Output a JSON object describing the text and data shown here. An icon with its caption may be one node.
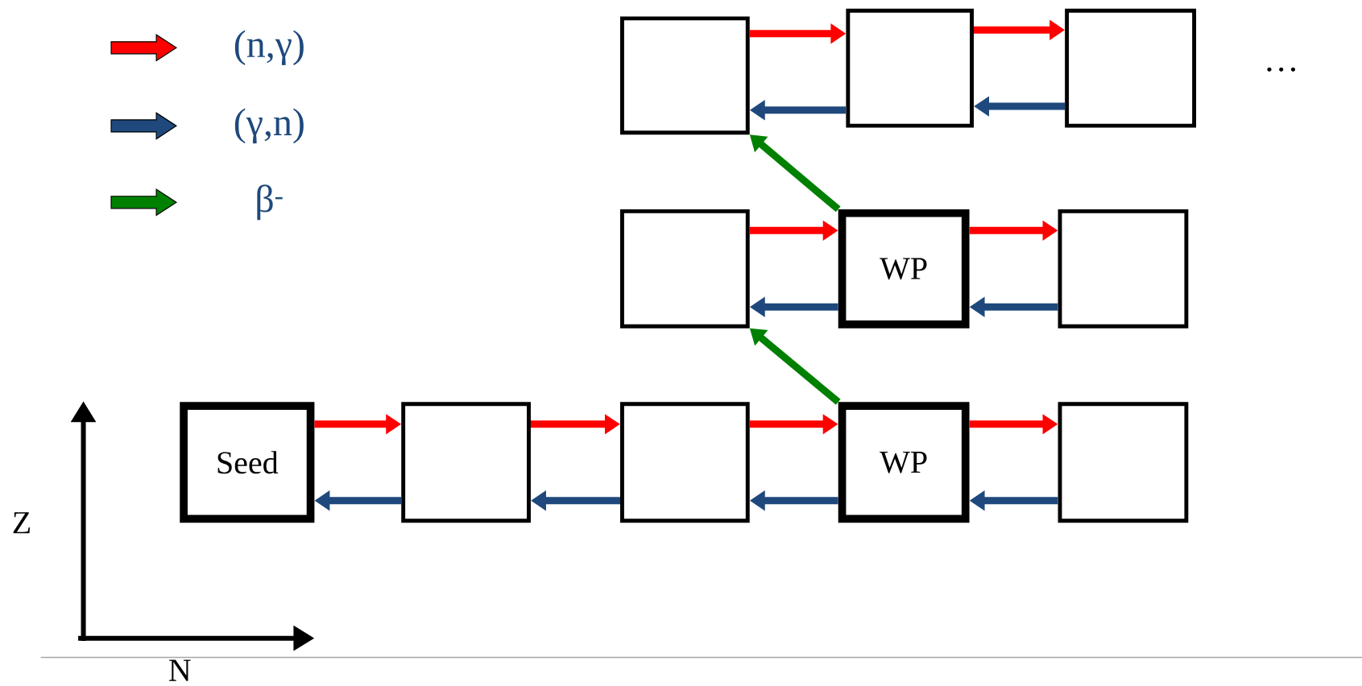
{
  "diagram": {
    "nodes": [
      {
        "text": [],
        "shape": "box"
      },
      {
        "text": [],
        "shape": "box"
      },
      {
        "text": [],
        "shape": "box"
      },
      {
        "text": [],
        "shape": "box"
      },
      {
        "text": [
          "WP"
        ]
      },
      {
        "text": [],
        "shape": "box"
      },
      {
        "text": [
          "Seed"
        ]
      },
      {
        "text": [],
        "shape": "box"
      },
      {
        "text": [],
        "shape": "box"
      },
      {
        "text": [
          "WP"
        ]
      },
      {
        "text": [],
        "shape": "box"
      }
    ],
    "edges": [
      {
        "from": 0,
        "to": 1,
        "arrow": "to",
        "color": "#ff0000"
      },
      {
        "from": 1,
        "to": 0,
        "arrow": "to",
        "color": "#1f497d"
      },
      {
        "from": 1,
        "to": 2,
        "arrow": "to",
        "color": "#ff0000"
      },
      {
        "from": 2,
        "to": 1,
        "arrow": "to",
        "color": "#1f497d"
      },
      {
        "from": 4,
        "to": 0,
        "arrow": "to",
        "color": "#008000"
      },
      {
        "from": 3,
        "to": 4,
        "arrow": "to",
        "color": "#ff0000"
      },
      {
        "from": 4,
        "to": 3,
        "arrow": "to",
        "color": "#1f497d"
      },
      {
        "from": 4,
        "to": 5,
        "arrow": "to",
        "color": "#ff0000"
      },
      {
        "from": 5,
        "to": 4,
        "arrow": "to",
        "color": "#1f497d"
      },
      {
        "from": 9,
        "to": 3,
        "arrow": "to",
        "color": "#008000"
      },
      {
        "from": 6,
        "to": 7,
        "arrow": "to",
        "color": "#ff0000"
      },
      {
        "from": 7,
        "to": 6,
        "arrow": "to",
        "color": "#1f497d"
      },
      {
        "from": 7,
        "to": 8,
        "arrow": "to",
        "color": "#ff0000"
      },
      {
        "from": 8,
        "to": 7,
        "arrow": "to",
        "color": "#1f497d"
      },
      {
        "from": 8,
        "to": 9,
        "arrow": "to",
        "color": "#ff0000"
      },
      {
        "from": 9,
        "to": 8,
        "arrow": "to",
        "color": "#1f497d"
      },
      {
        "from": 9,
        "to": 10,
        "arrow": "to",
        "color": "#ff0000"
      },
      {
        "from": 10,
        "to": 9,
        "arrow": "to",
        "color": "#1f497d"
      }
    ],
    "labels": [
      "…",
      "Z",
      "N"
    ],
    "legend": [
      {
        "text": "(n,γ)",
        "color": "#ff0000"
      },
      {
        "text": "(γ,n)",
        "color": "#1f497d"
      },
      {
        "text": "β$^{-}$",
        "color": "#008000"
      }
    ]
  }
}
